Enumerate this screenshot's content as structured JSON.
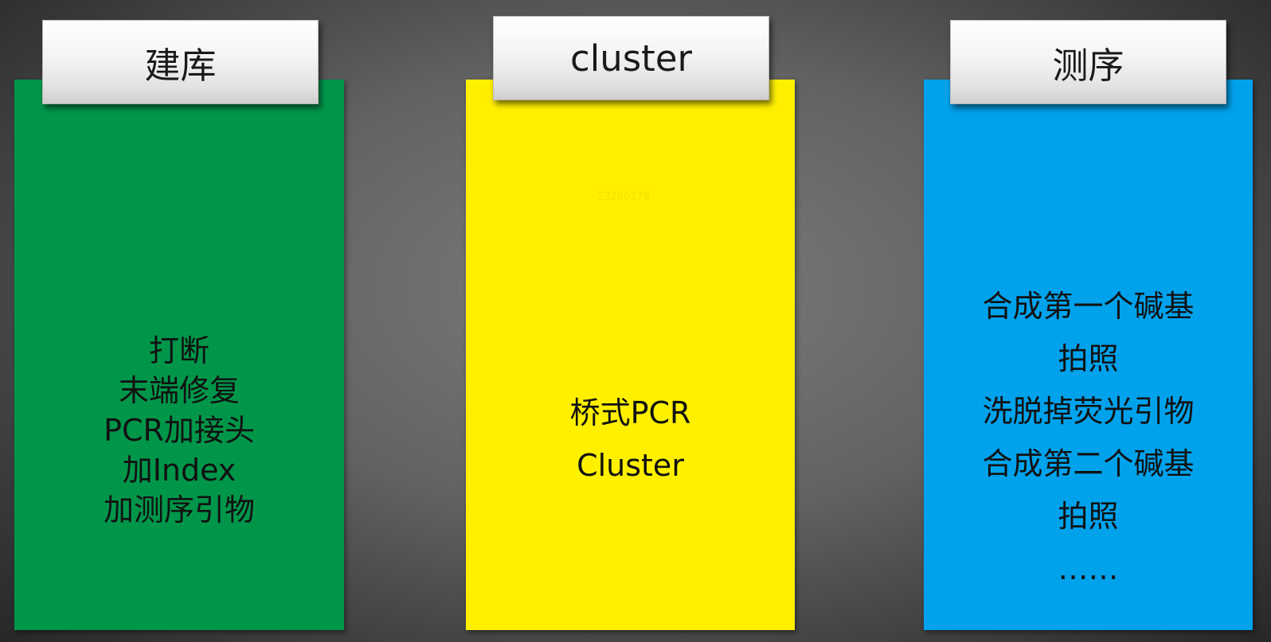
{
  "stages": [
    {
      "title": "建库",
      "color": "#00964a",
      "items": [
        "打断",
        "末端修复",
        "PCR加接头",
        "加Index",
        "加测序引物"
      ]
    },
    {
      "title": "cluster",
      "color": "#fff000",
      "items": [
        "桥式PCR",
        "Cluster"
      ]
    },
    {
      "title": "测序",
      "color": "#00a2ec",
      "items": [
        "合成第一个碱基",
        "拍照",
        "洗脱掉荧光引物",
        "合成第二个碱基",
        "拍照",
        "……"
      ]
    }
  ],
  "watermark": "23280178"
}
